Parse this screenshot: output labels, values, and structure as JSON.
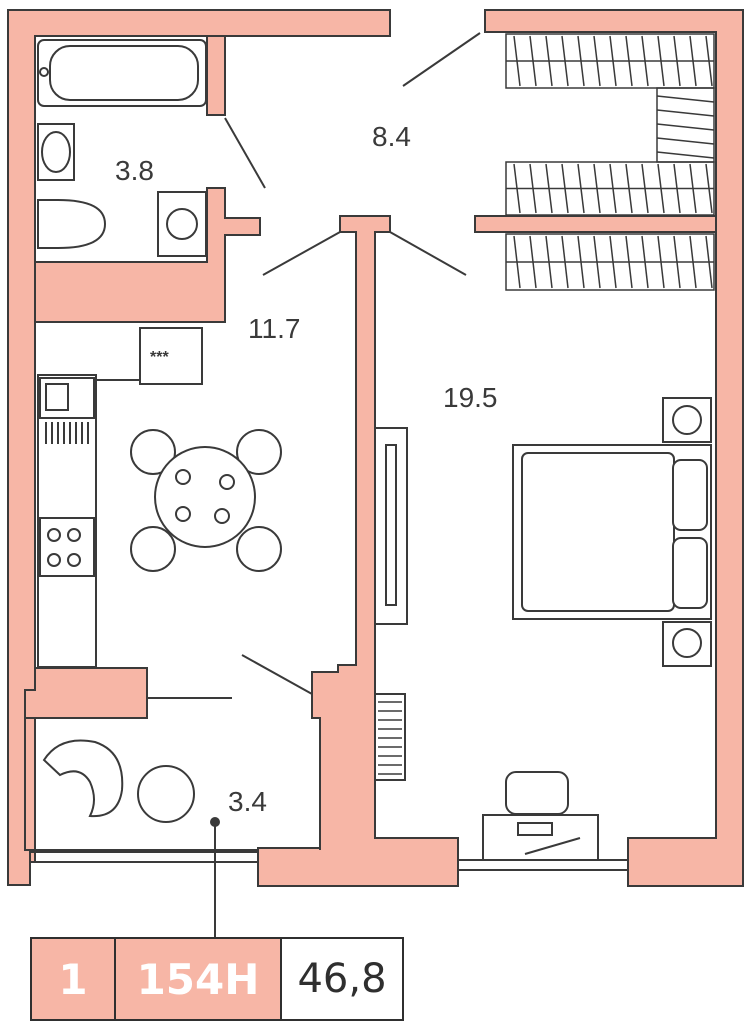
{
  "colors": {
    "wall": "#f7b6a6",
    "line": "#3a3a3a",
    "text": "#3a3a3a"
  },
  "rooms": [
    {
      "id": "bathroom",
      "area": "3.8"
    },
    {
      "id": "wardrobe",
      "area": "8.4"
    },
    {
      "id": "kitchen",
      "area": "11.7"
    },
    {
      "id": "bedroom",
      "area": "19.5"
    },
    {
      "id": "balcony",
      "area": "3.4"
    }
  ],
  "kitchen": {
    "stove_label": "***"
  },
  "infobar": {
    "rooms": "1",
    "number": "154Н",
    "area": "46,8"
  }
}
